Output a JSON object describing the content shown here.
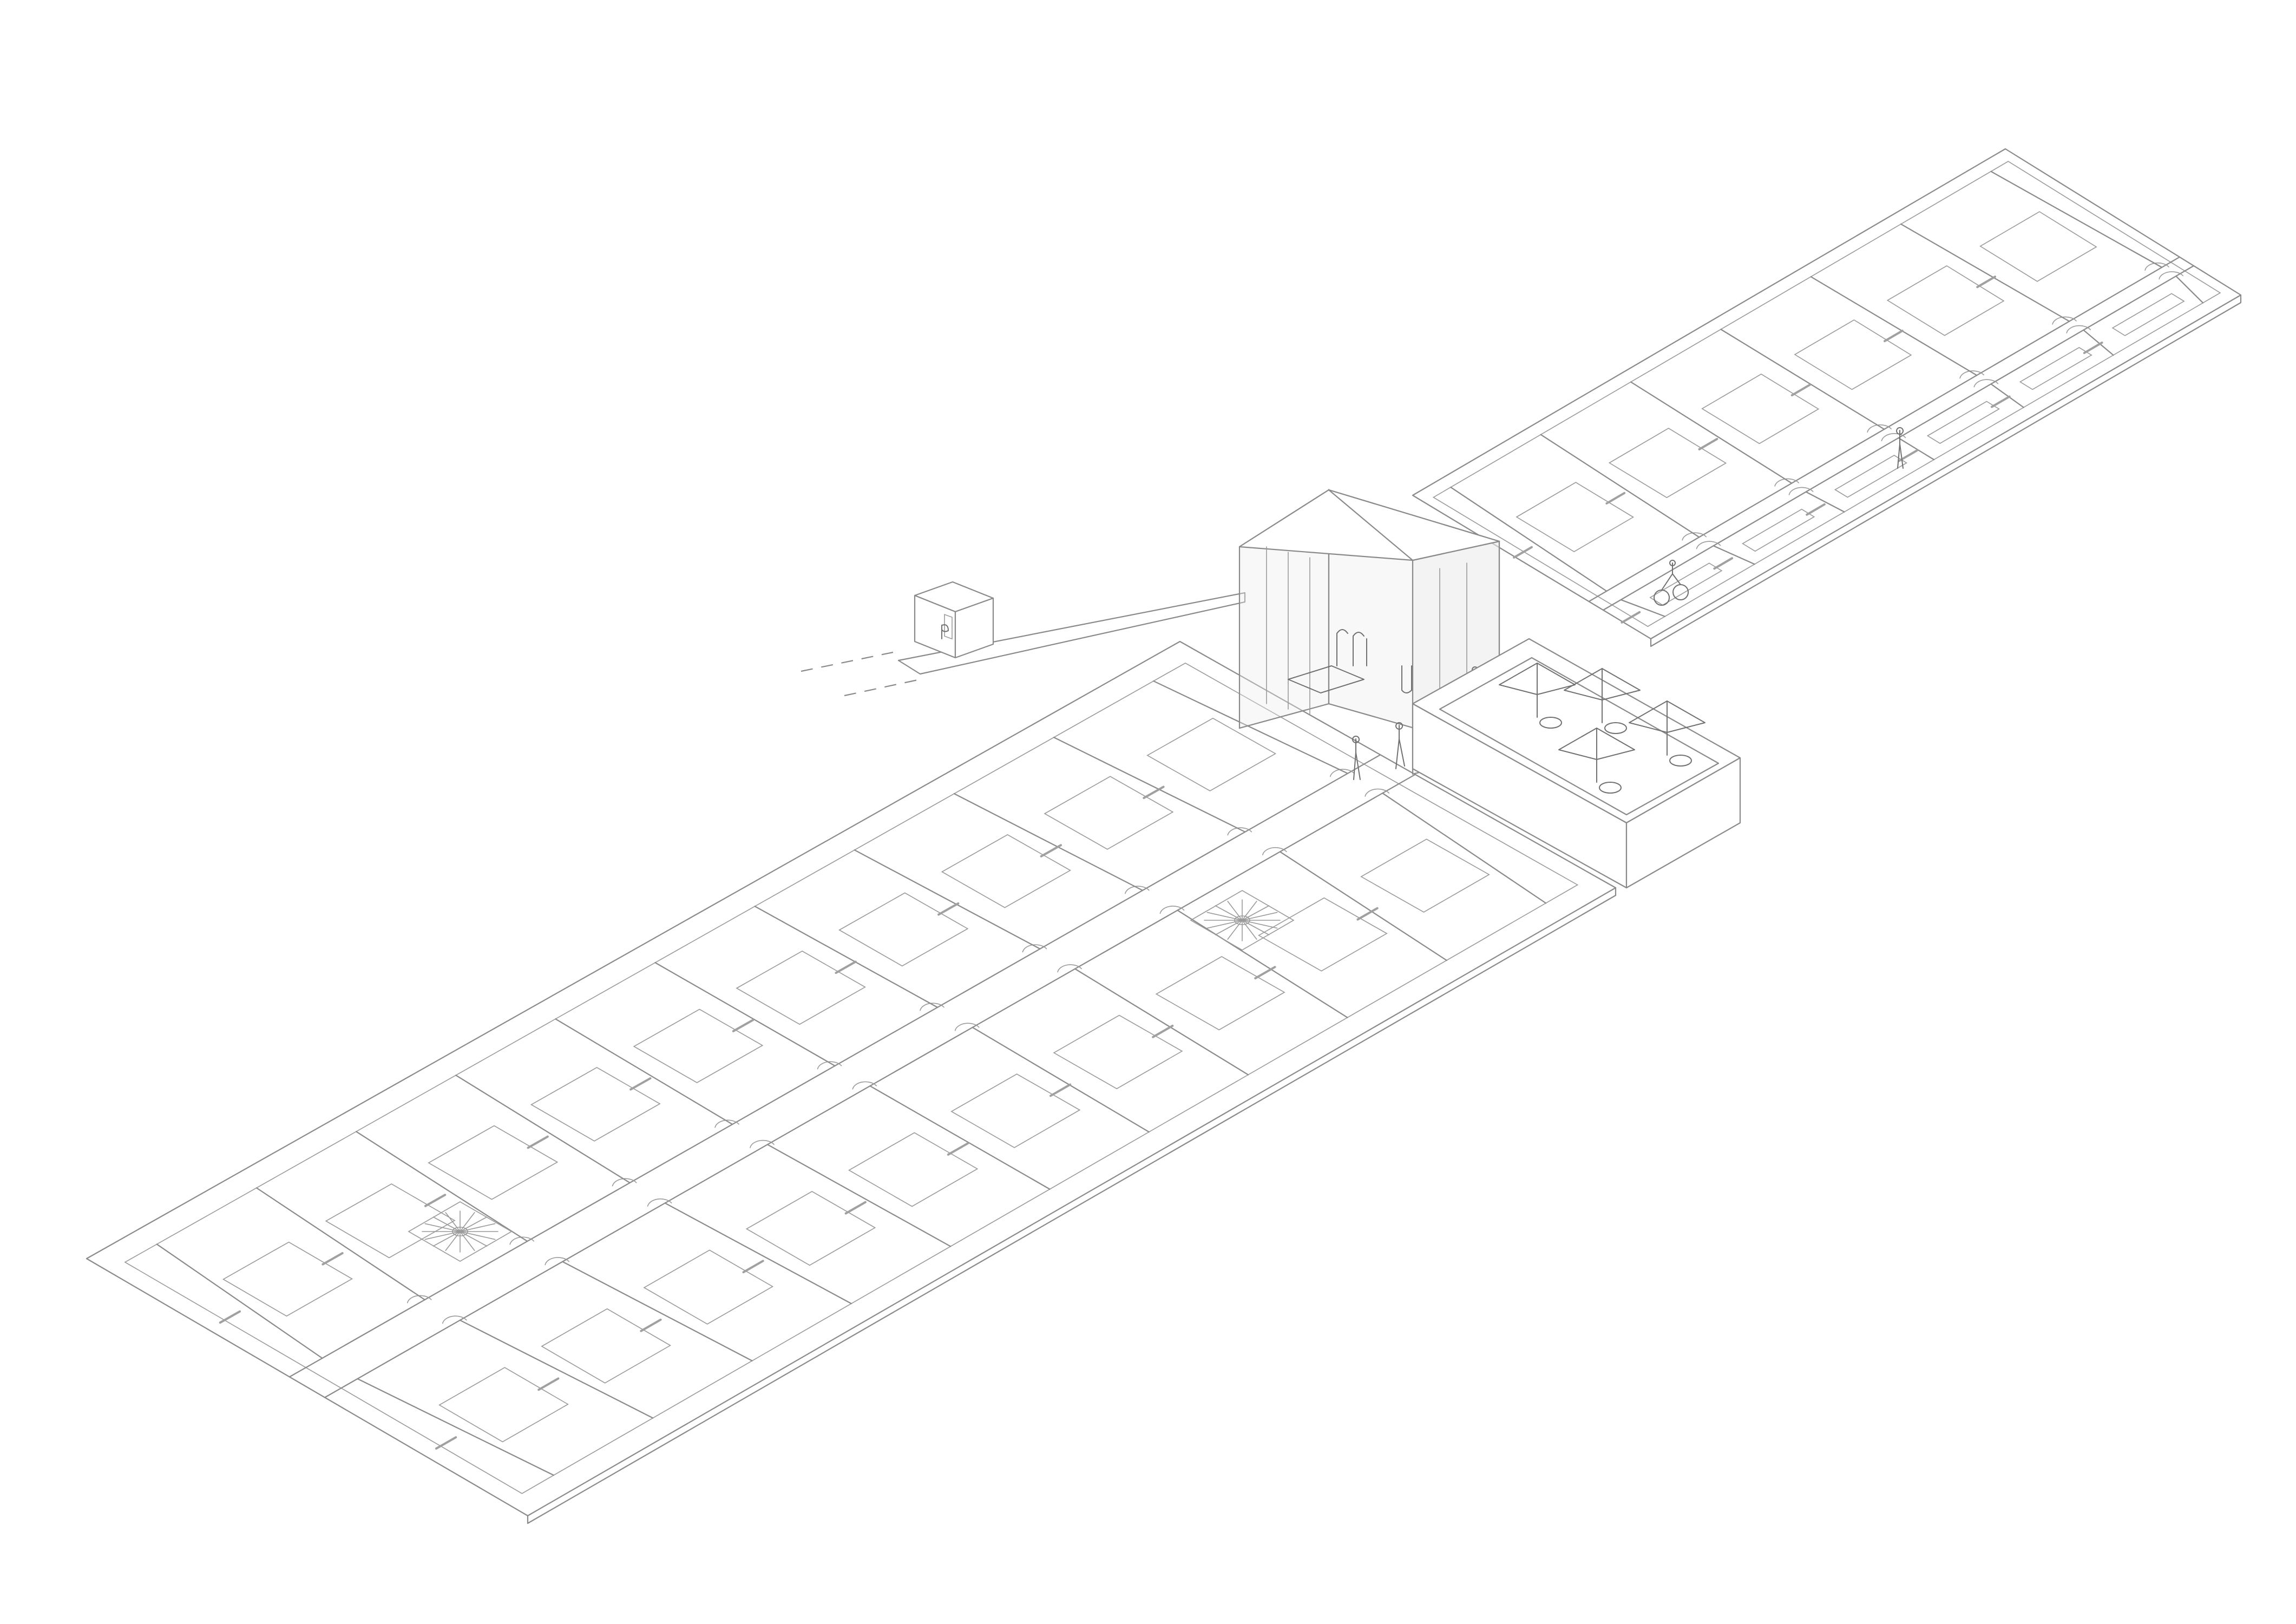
{
  "drawing": {
    "kind": "isometric-floor-plan",
    "labels": [],
    "colors": {
      "line": "#8a8a8a",
      "background": "#ffffff"
    }
  },
  "wings": {
    "south": {
      "bays_per_side": 10
    },
    "north": {
      "bays_per_side": 6
    }
  },
  "elements": {
    "entrance_pavilion": "glass-entrance-lobby",
    "kiosk": "ticket-booth",
    "terrace": "courtyard-with-umbrellas",
    "skylights": 2
  }
}
